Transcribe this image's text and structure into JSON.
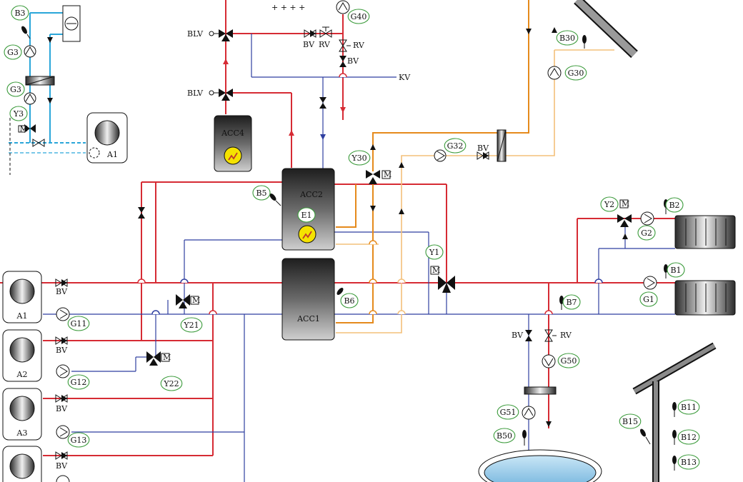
{
  "colors": {
    "supply": "#d62b34",
    "return": "#2f3fa0",
    "solar_warm": "#e58a1c",
    "solar_light": "#f3c07a",
    "cooling": "#2aa6d9",
    "green_tag": "#3a9a3a",
    "tank_dark": "#3a3a3a",
    "heater": "#f5e200",
    "pool": "#8fc8e8"
  },
  "tanks": {
    "acc1": "ACC1",
    "acc2": "ACC2",
    "acc4": "ACC4"
  },
  "units": {
    "a1": "A1",
    "a2": "A2",
    "a3": "A3",
    "a1_top": "A1"
  },
  "valve_labels": {
    "blv_top": "BLV",
    "blv_mid": "BLV",
    "bv_top1": "BV",
    "rv_top": "RV",
    "rv_right": "RV",
    "bv_right": "BV",
    "kv": "KV",
    "bv_a1": "BV",
    "bv_a2": "BV",
    "bv_a3": "BV",
    "bv_a4": "BV",
    "bv_g32": "BV",
    "bv_pool": "BV",
    "rv_pool": "RV",
    "m_y2": "M",
    "m_y1": "M",
    "m_y21": "M",
    "m_y22": "M",
    "m_y30": "M",
    "m_y3": "M"
  },
  "tags": {
    "b3": "B3",
    "g3a": "G3",
    "g3b": "G3",
    "y3": "Y3",
    "g40": "G40",
    "b30": "B30",
    "g30": "G30",
    "g32": "G32",
    "y30": "Y30",
    "b5": "B5",
    "e1": "E1",
    "y1": "Y1",
    "b6": "B6",
    "y2": "Y2",
    "b2": "B2",
    "g2": "G2",
    "b1": "B1",
    "g1": "G1",
    "b7": "B7",
    "g11": "G11",
    "y21": "Y21",
    "g12": "G12",
    "y22": "Y22",
    "g13": "G13",
    "g50": "G50",
    "g51": "G51",
    "b50": "B50",
    "b11": "B11",
    "b12": "B12",
    "b13": "B13",
    "b15": "B15"
  }
}
